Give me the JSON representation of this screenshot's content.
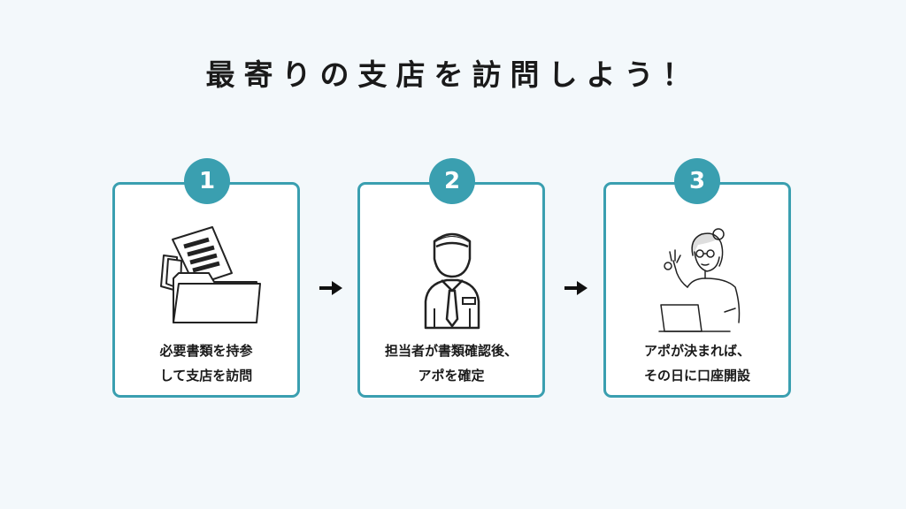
{
  "title": "最寄りの支店を訪問しよう！",
  "accent_color": "#3a9fb0",
  "steps": [
    {
      "number": "1",
      "icon": "document-folder-icon",
      "lines": [
        "必要書類を持参",
        "して支店を訪問"
      ]
    },
    {
      "number": "2",
      "icon": "staff-person-icon",
      "lines": [
        "担当者が書類確認後、",
        "アポを確定"
      ]
    },
    {
      "number": "3",
      "icon": "woman-laptop-icon",
      "lines": [
        "アポが決まれば、",
        "その日に口座開設"
      ]
    }
  ]
}
